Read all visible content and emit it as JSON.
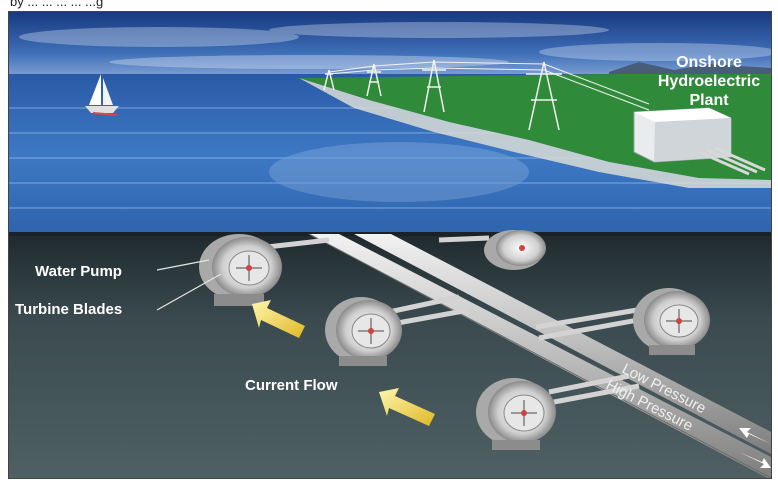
{
  "caption": "by ... ... ... ... ...g",
  "labels": {
    "plant_line1": "Onshore",
    "plant_line2": "Hydroelectric",
    "plant_line3": "Plant",
    "water_pump": "Water Pump",
    "turbine_blades": "Turbine Blades",
    "current_flow": "Current Flow",
    "low_pressure": "Low Pressure",
    "high_pressure": "High Pressure"
  },
  "colors": {
    "sky_top": "#1a3f8a",
    "sky_bottom": "#7fa3d8",
    "water_surface": "#2f66b4",
    "seabed": "#38494c",
    "land": "#2f8a3a",
    "pipe": "#c9c9c9",
    "arrow": "#f2d338"
  }
}
